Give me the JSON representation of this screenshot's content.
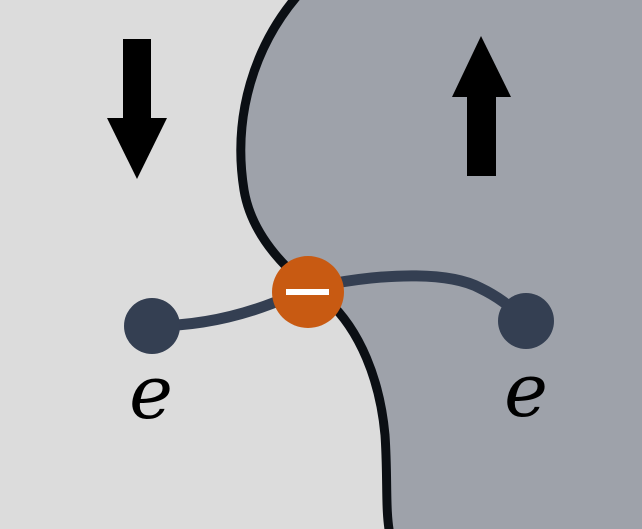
{
  "colors": {
    "left_region": "#dcdcdc",
    "right_region": "#9ea2aa",
    "boundary": "#0b0f14",
    "bond": "#343f52",
    "electron": "#343f52",
    "minus_charge": "#c85a12",
    "minus_sign": "#ffffff",
    "arrow": "#000000"
  },
  "left_region": {
    "spin_arrow": "down",
    "electron_label": "e"
  },
  "right_region": {
    "spin_arrow": "up",
    "electron_label": "e"
  },
  "center_charge": {
    "symbol": "minus"
  }
}
